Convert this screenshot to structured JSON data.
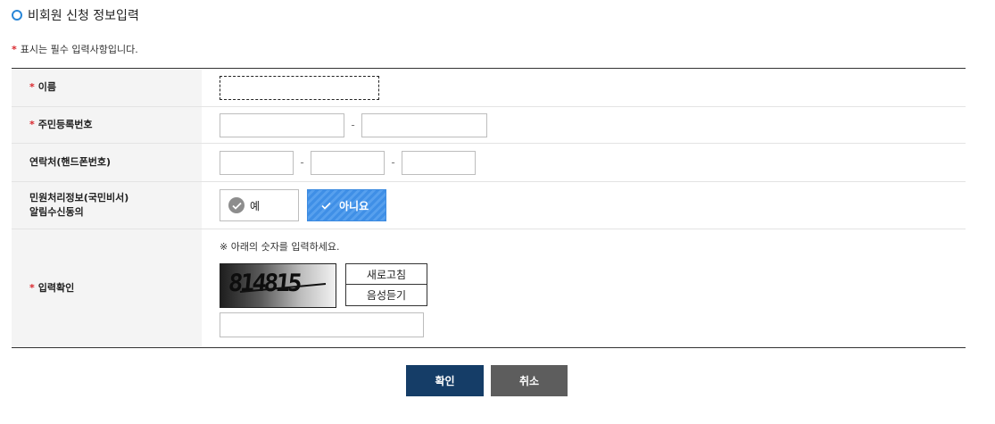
{
  "section": {
    "title": "비회원 신청 정보입력"
  },
  "required_note": {
    "star": "*",
    "text": "표시는 필수 입력사항입니다."
  },
  "fields": {
    "name": {
      "label": "이름",
      "required": true,
      "value": ""
    },
    "resident_number": {
      "label": "주민등록번호",
      "required": true,
      "separator": "-",
      "parts": [
        "",
        ""
      ]
    },
    "contact": {
      "label": "연락처(핸드폰번호)",
      "required": false,
      "separator": "-",
      "parts": [
        "",
        "",
        ""
      ]
    },
    "consent": {
      "label_line1": "민원처리정보(국민비서)",
      "label_line2": "알림수신동의",
      "options": [
        {
          "label": "예",
          "selected": false
        },
        {
          "label": "아니요",
          "selected": true
        }
      ]
    },
    "captcha": {
      "label": "입력확인",
      "required": true,
      "note": "※ 아래의 숫자를 입력하세요.",
      "code": "814815",
      "refresh_label": "새로고침",
      "audio_label": "음성듣기",
      "value": ""
    }
  },
  "actions": {
    "confirm_label": "확인",
    "cancel_label": "취소"
  },
  "colors": {
    "accent": "#2a87d8",
    "required_star": "#d9262c",
    "confirm_bg": "#153d67",
    "cancel_bg": "#5d5d5d",
    "selected_option": "#3f8fe6"
  }
}
